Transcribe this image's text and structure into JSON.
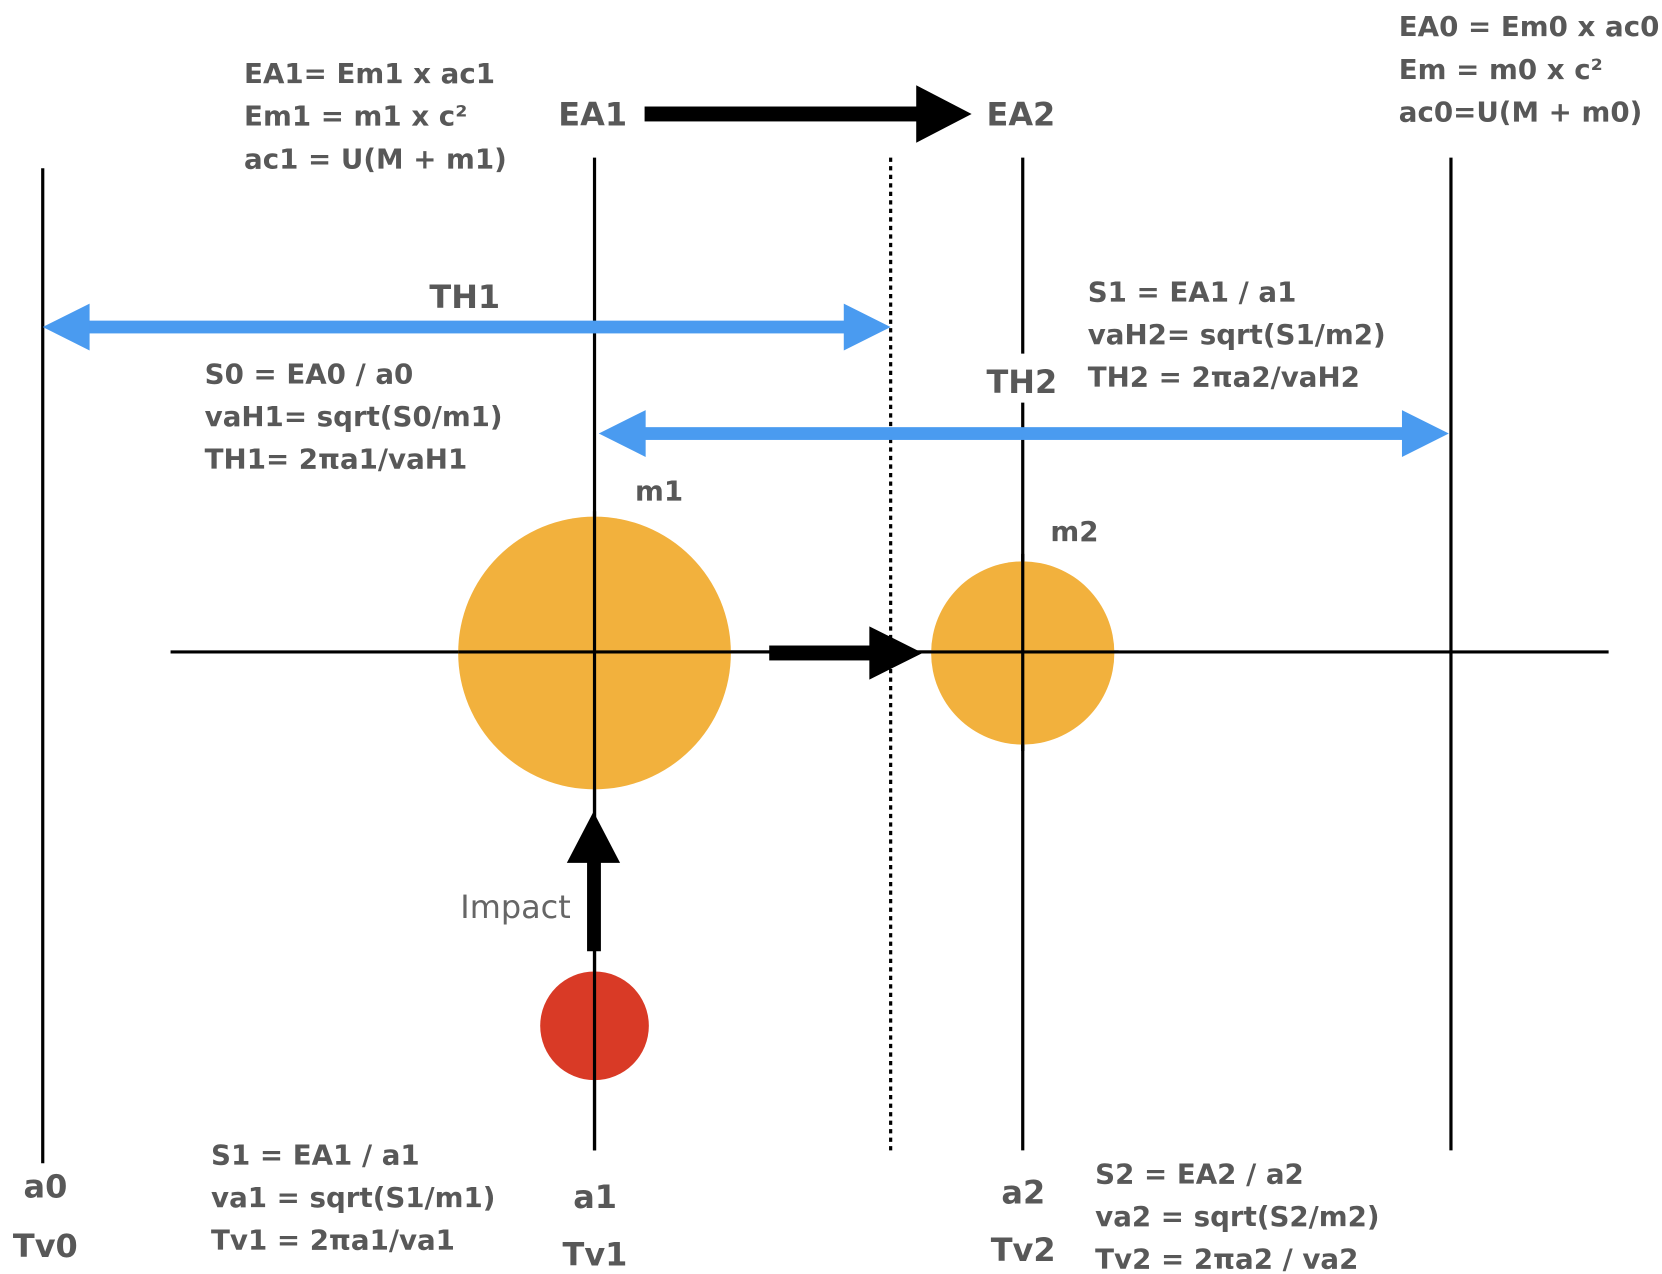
{
  "colors": {
    "mass": "#F2B13D",
    "impactor": "#D93A26",
    "period_arrow": "#4A9BF0",
    "line": "#000000",
    "text": "#585858"
  },
  "top_right_formulas": [
    "EA0 = Em0 x ac0",
    "Em = m0 x c²",
    "ac0=U(M + m0)"
  ],
  "top_left_formulas": [
    "EA1= Em1 x ac1",
    "Em1 = m1 x c²",
    "ac1 = U(M + m1)"
  ],
  "energy_labels": {
    "from": "EA1",
    "to": "EA2"
  },
  "th1": {
    "label": "TH1",
    "formulas": [
      "S0 = EA0 / a0",
      "vaH1= sqrt(S0/m1)",
      "TH1= 2πa1/vaH1"
    ]
  },
  "th2": {
    "label": "TH2",
    "formulas": [
      "S1 = EA1 / a1",
      "vaH2= sqrt(S1/m2)",
      "TH2 = 2πa2/vaH2"
    ]
  },
  "masses": {
    "m1": "m1",
    "m2": "m2"
  },
  "impact_label": "Impact",
  "axes": [
    {
      "a": "a0",
      "tv": "Tv0"
    },
    {
      "a": "a1",
      "tv": "Tv1"
    },
    {
      "a": "a2",
      "tv": "Tv2"
    }
  ],
  "bottom_a1_formulas": [
    "S1 = EA1 / a1",
    "va1 = sqrt(S1/m1)",
    "Tv1 = 2πa1/va1"
  ],
  "bottom_a2_formulas": [
    "S2 = EA2 / a2",
    "va2 = sqrt(S2/m2)",
    "Tv2 = 2πa2 / va2"
  ]
}
